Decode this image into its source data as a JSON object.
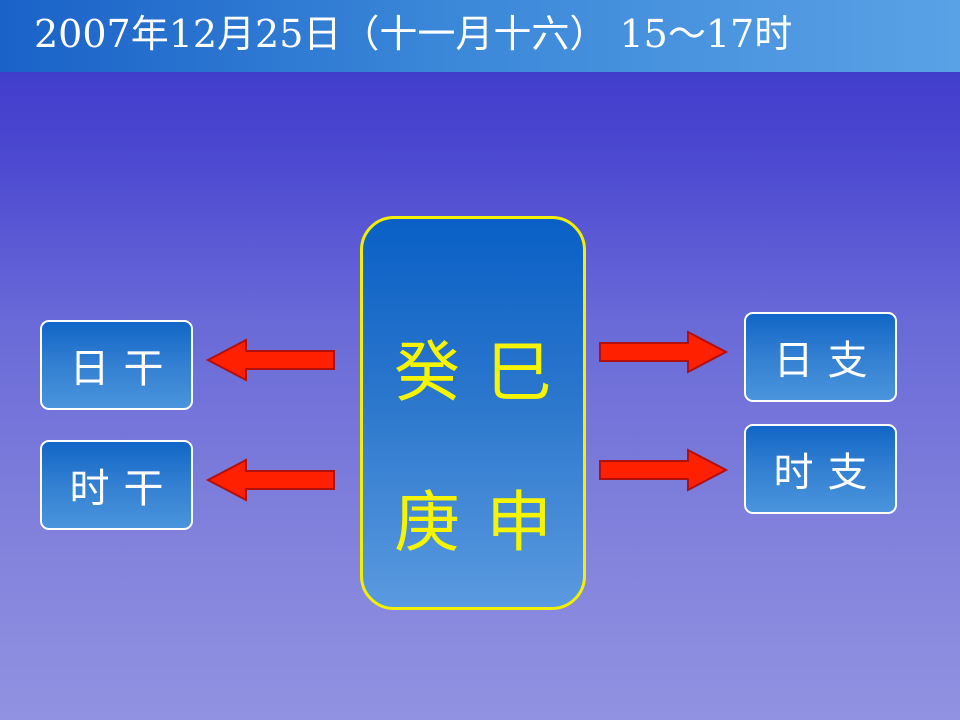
{
  "slide": {
    "title": "2007年12月25日（十一月十六） 15～17时"
  },
  "center": {
    "day_pillar": "癸巳",
    "hour_pillar": "庚申"
  },
  "boxes": {
    "day_stem": "日干",
    "hour_stem": "时干",
    "day_branch": "日支",
    "hour_branch": "时支"
  },
  "colors": {
    "title_bar": "#3a86d8",
    "background_top": "#3a36c8",
    "background_bottom": "#9292e2",
    "box_fill": "#2a76cc",
    "center_border": "#f2f000",
    "center_text": "#f5f500",
    "arrow_fill": "#ff2000",
    "arrow_outline": "#b01010"
  }
}
